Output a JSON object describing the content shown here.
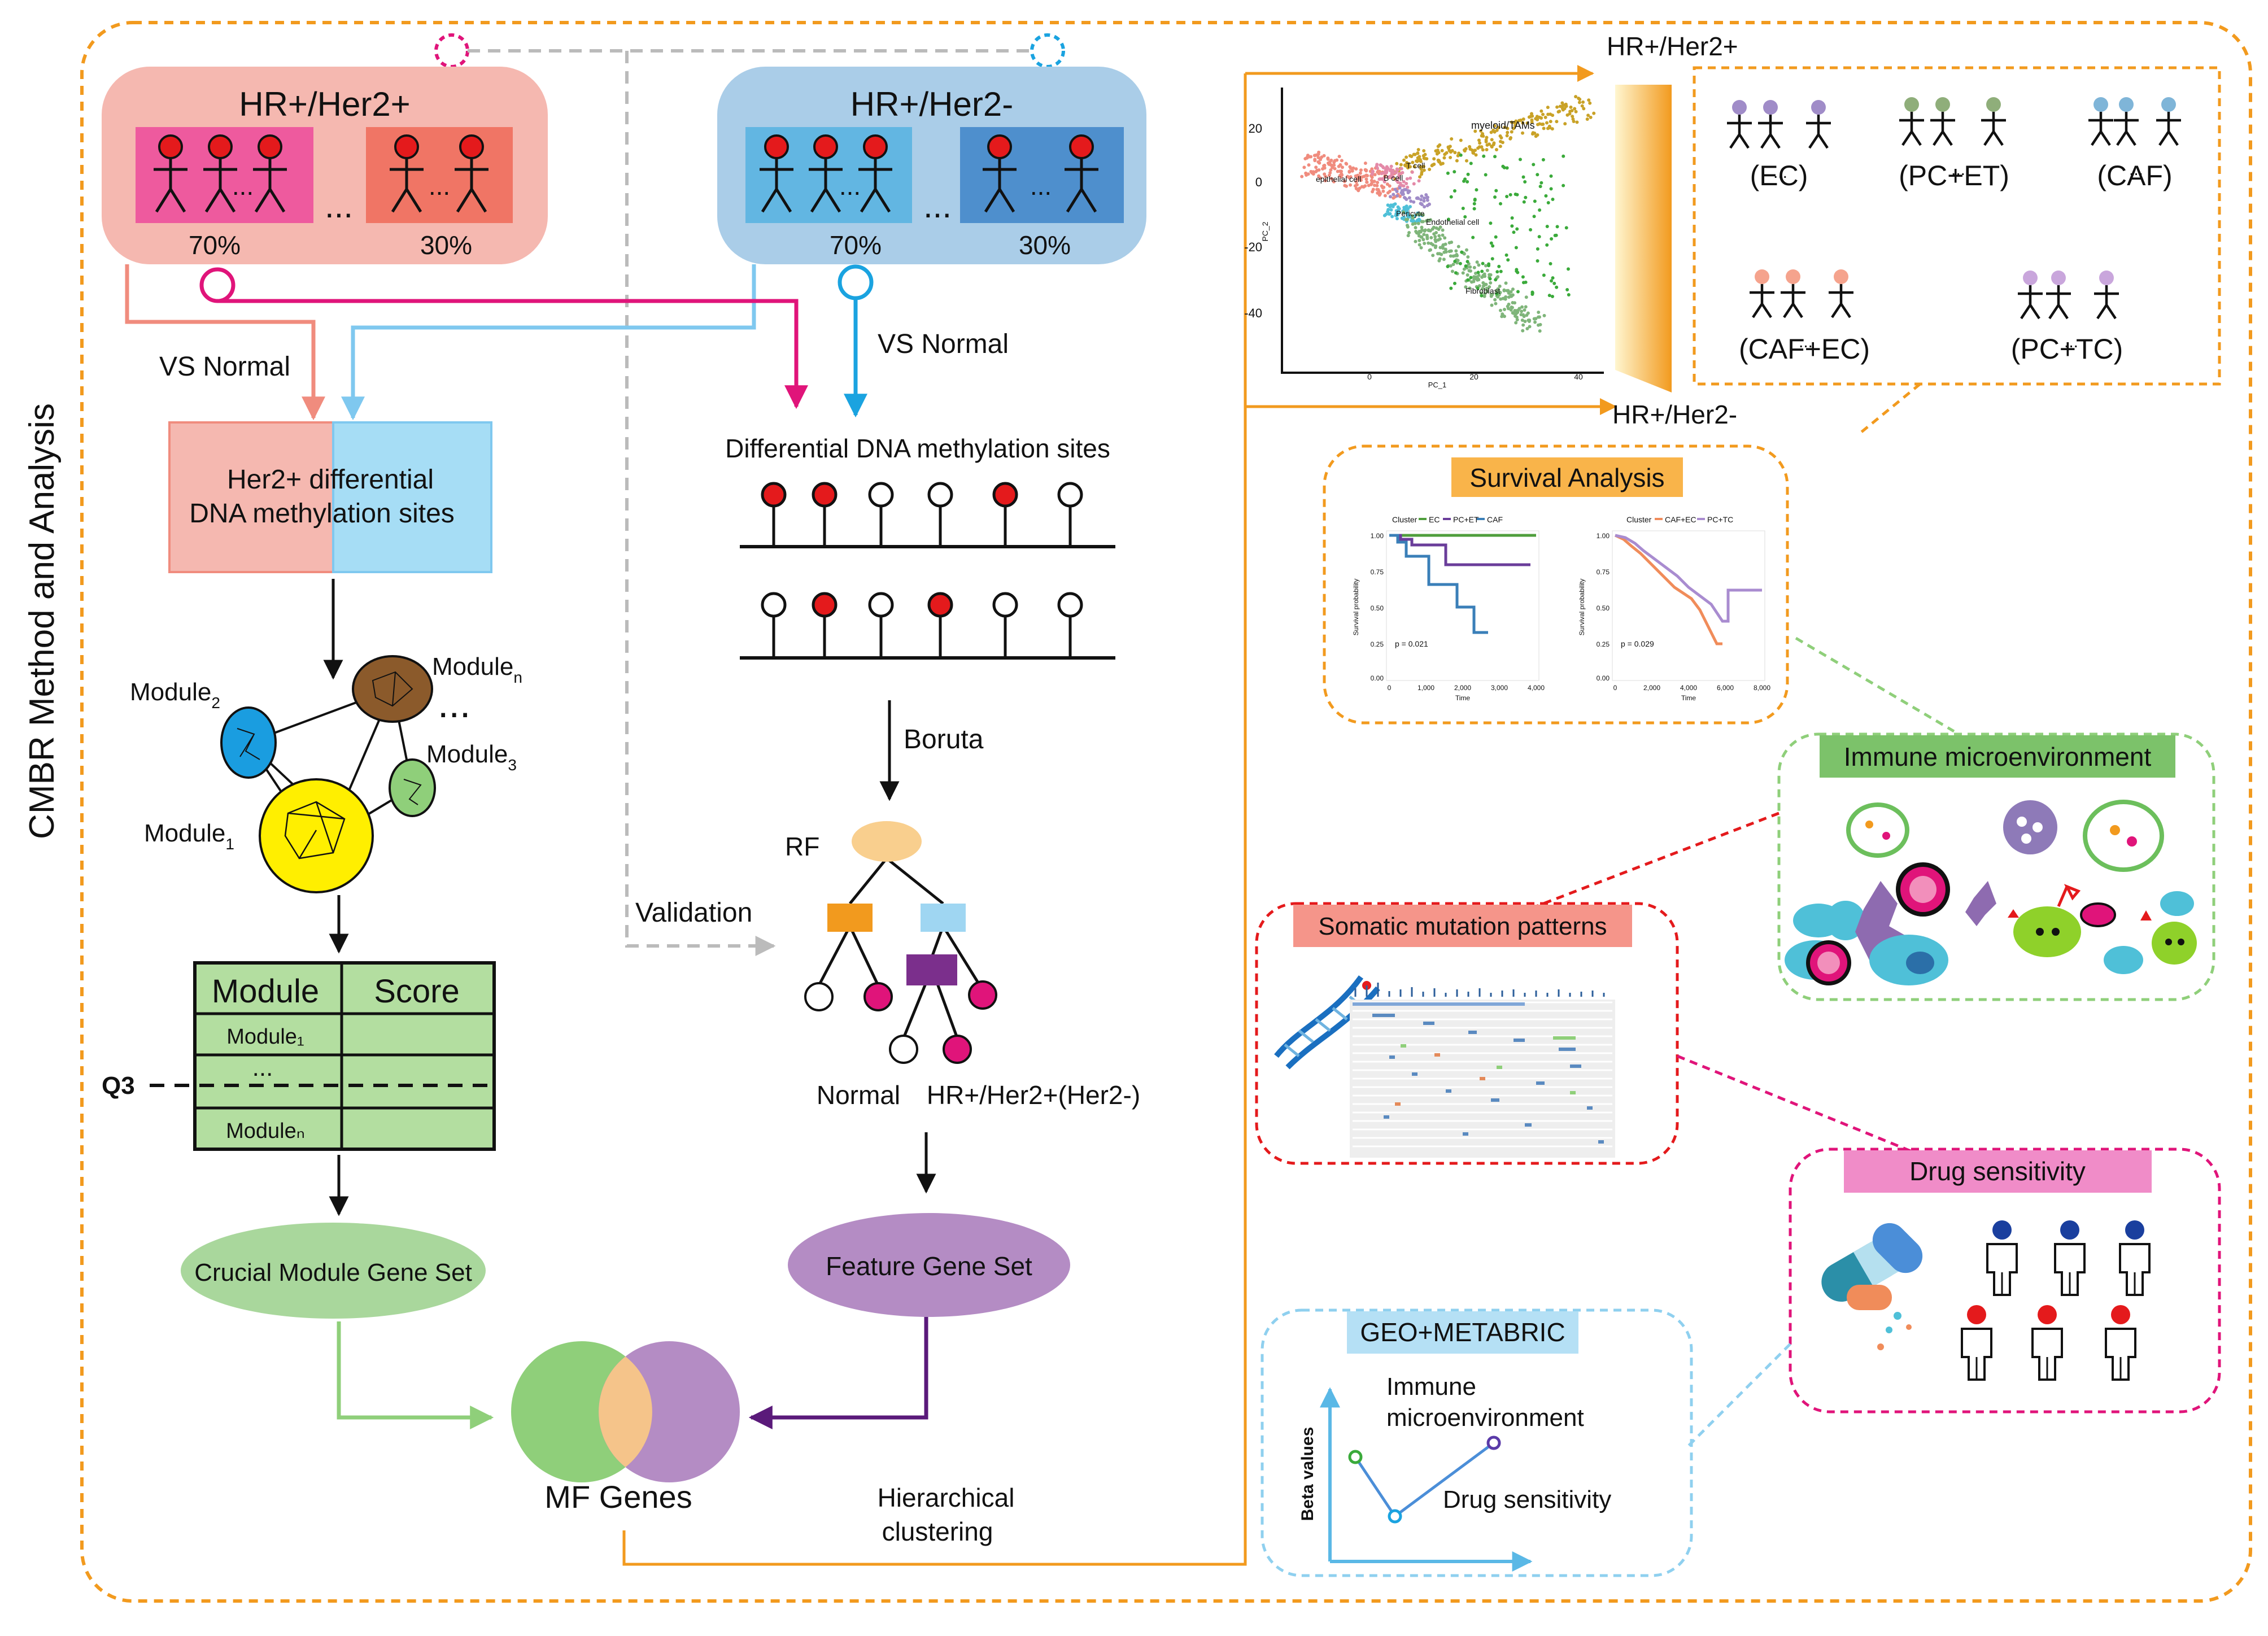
{
  "side_title": "CMBR Method and Analysis",
  "cohorts": {
    "her2_pos": {
      "title": "HR+/Her2+",
      "pct_train": "70%",
      "pct_test": "30%"
    },
    "her2_neg": {
      "title": "HR+/Her2-",
      "pct_train": "70%",
      "pct_test": "30%"
    }
  },
  "labels": {
    "vs_normal_left": "VS Normal",
    "vs_normal_right": "VS Normal",
    "her2_sites_l1": "Her2+ differential",
    "her2_sites_l2": "DNA methylation sites",
    "diff_sites": "Differential DNA methylation sites",
    "boruta": "Boruta",
    "validation": "Validation",
    "rf": "RF",
    "normal": "Normal",
    "hr_her2": "HR+/Her2+(Her2-)",
    "crucial_set": "Crucial Module Gene Set",
    "feature_set": "Feature Gene Set",
    "mf_genes": "MF Genes",
    "hier_l1": "Hierarchical",
    "hier_l2": "clustering",
    "q3": "Q3",
    "dots": "...",
    "ellipsis": "...",
    "ellipsis_sm": "..."
  },
  "modules": {
    "module_2": "Module",
    "module_2_sub": "2",
    "module_n": "Module",
    "module_n_sub": "n",
    "module_3": "Module",
    "module_3_sub": "3",
    "module_1": "Module",
    "module_1_sub": "1"
  },
  "module_table": {
    "headers": [
      "Module",
      "Score"
    ],
    "rows": [
      "Module₁",
      "...",
      "Moduleₙ"
    ]
  },
  "pca": {
    "top_label": "HR+/Her2+",
    "bottom_label": "HR+/Her2-",
    "x_axis": "PC_1",
    "y_axis": "PC_2",
    "y_ticks": [
      "20",
      "0",
      "-20",
      "-40"
    ],
    "x_ticks": [
      "0",
      "20",
      "40"
    ],
    "cluster_labels": [
      "myeloid/TAMs",
      "epithelial cell",
      "T cell",
      "B cell",
      "Pericyte",
      "Endothelial cell",
      "Fibroblast"
    ]
  },
  "clusters": [
    "(EC)",
    "(PC+ET)",
    "(CAF)",
    "(CAF+EC)",
    "(PC+TC)"
  ],
  "survival": {
    "title": "Survival Analysis",
    "left": {
      "legend_title": "Cluster",
      "legend": [
        "EC",
        "PC+ET",
        "CAF"
      ],
      "p": "p = 0.021",
      "x_ticks": [
        "0",
        "1,000",
        "2,000",
        "3,000",
        "4,000"
      ]
    },
    "right": {
      "legend_title": "Cluster",
      "legend": [
        "CAF+EC",
        "PC+TC"
      ],
      "p": "p = 0.029",
      "x_ticks": [
        "0",
        "2,000",
        "4,000",
        "6,000",
        "8,000"
      ]
    },
    "y_ticks": [
      "1.00",
      "0.75",
      "0.50",
      "0.25",
      "0.00"
    ],
    "ylabel": "Survival probability",
    "xlabel": "Time"
  },
  "immune_title": "Immune microenvironment",
  "somatic_title": "Somatic mutation patterns",
  "drug_title": "Drug sensitivity",
  "geo": {
    "title": "GEO+METABRIC",
    "ylabel": "Beta values",
    "immune_l1": "Immune",
    "immune_l2": "microenvironment",
    "drug": "Drug sensitivity"
  },
  "colors": {
    "orange": "#f29a1e",
    "pink_bg": "#f5b8b0",
    "blue_bg": "#aacde8",
    "magenta": "#e0147a",
    "cyan": "#1aa3e0",
    "salmon": "#f08c7e",
    "lightblue": "#9fd6f2",
    "green_ell": "#a9d79c",
    "purple_ell": "#b48cc4",
    "table_green": "#b3dea0",
    "red": "#e41a1c",
    "dark_purple": "#5a1a7a"
  }
}
